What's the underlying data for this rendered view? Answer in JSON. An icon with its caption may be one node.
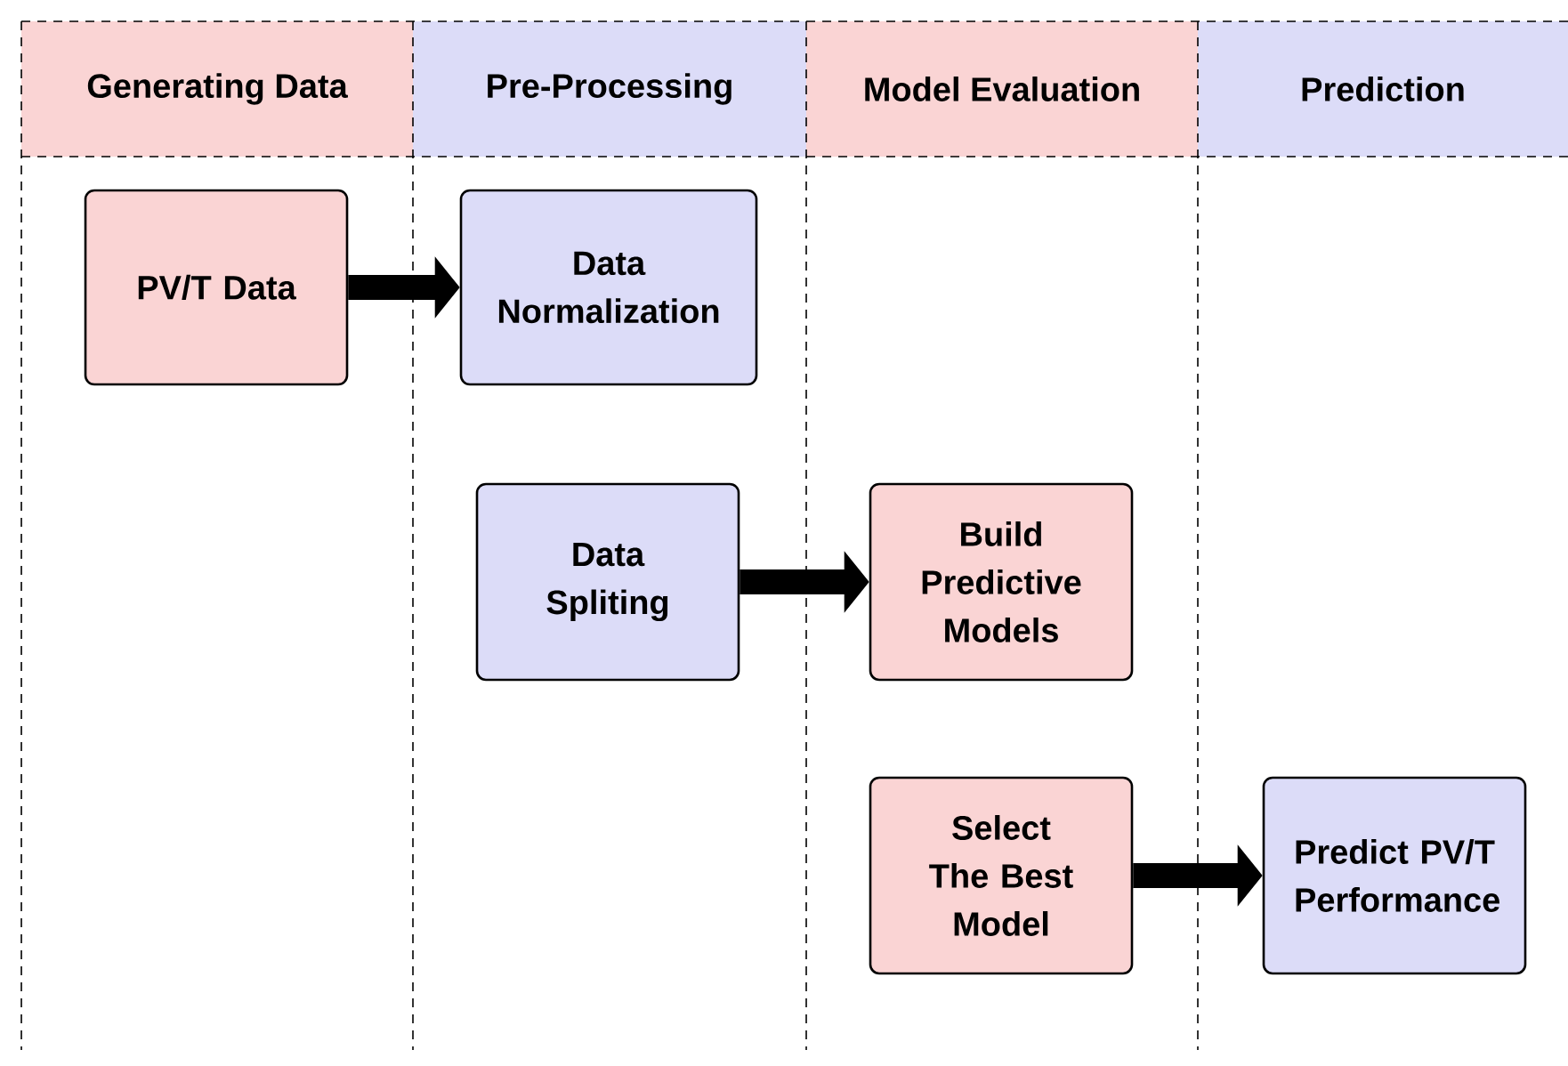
{
  "diagram": {
    "nodes": [
      {
        "text": [
          "Generating Data"
        ]
      },
      {
        "text": [
          "Pre-Processing"
        ]
      },
      {
        "text": [
          "Model Evaluation"
        ]
      },
      {
        "text": [
          "Prediction"
        ]
      },
      {
        "text": [
          "PV/T Data"
        ]
      },
      {
        "text": [
          "Data Normalization"
        ]
      },
      {
        "text": [
          "Data Spliting"
        ]
      },
      {
        "text": [
          "Build Predictive Models"
        ]
      },
      {
        "text": [
          "Select The Best Model"
        ]
      },
      {
        "text": [
          "Predict PV/T Performance"
        ]
      }
    ],
    "edges": [
      {
        "from": 4,
        "to": 5,
        "arrow": "to"
      },
      {
        "from": 6,
        "to": 7,
        "arrow": "to"
      },
      {
        "from": 8,
        "to": 9,
        "arrow": "to"
      }
    ]
  }
}
